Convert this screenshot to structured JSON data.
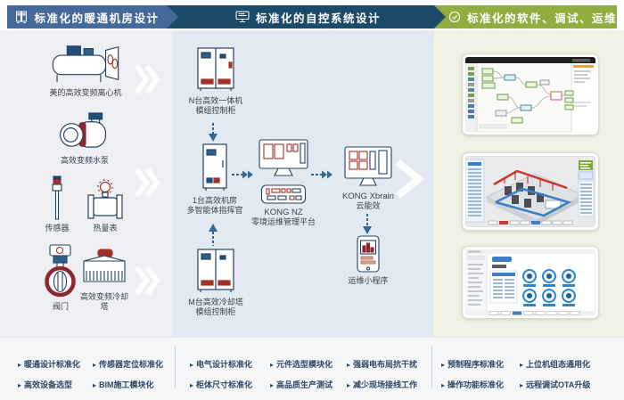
{
  "ui": {
    "bullet": "▸"
  },
  "colors": {
    "hvac_header": "#46699b",
    "controls_header": "#1c4b69",
    "software_header": "#8fae3f",
    "hvac_panel_bg": "#edeff3",
    "controls_panel_bg": "#e3e9f1",
    "software_panel_bg": "#eef1e3",
    "accent_red": "#a23229",
    "accent_blue": "#2d5f8a",
    "benefit_text": "#2c4665"
  },
  "headers": {
    "hvac": "标准化的暖通机房设计",
    "controls": "标准化的自控系统设计",
    "software": "标准化的软件、调试、运维"
  },
  "equipment": {
    "chiller": "美的高效变频离心机",
    "pump": "高效变频水泵",
    "sensor": "传感器",
    "heat_meter": "热量表",
    "valve": "阀门",
    "cooling_tower": "高效变频冷却塔"
  },
  "controls_flow": {
    "cabinet_top": [
      "N台高效一体机",
      "模组控制柜"
    ],
    "commander": [
      "1台高效机房",
      "多智能体指挥官"
    ],
    "cabinet_bottom": [
      "M台高效冷却塔",
      "模组控制柜"
    ],
    "kong_nz": {
      "name": "KONG NZ",
      "desc": "零境运维管理平台"
    },
    "xbrain": {
      "name": "KONG Xbrain",
      "desc": "云能效"
    },
    "miniapp": "运维小程序"
  },
  "benefits": {
    "hvac": [
      "暖通设计标准化",
      "传感器定位标准化",
      "高效设备选型",
      "BIM施工模块化"
    ],
    "controls": [
      "电气设计标准化",
      "元件选型模块化",
      "强弱电布局抗干扰",
      "柜体尺寸标准化",
      "高品质生产测试",
      "减少现场接线工作"
    ],
    "software": [
      "预制程序标准化",
      "上位机组态通用化",
      "操作功能标准化",
      "远程调试OTA升级"
    ]
  }
}
